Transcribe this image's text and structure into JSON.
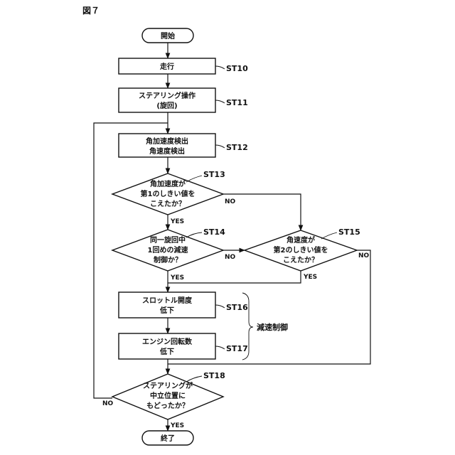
{
  "figure_label": "図７",
  "nodes": {
    "start": "開始",
    "st10": [
      "走行"
    ],
    "st11": [
      "ステアリング操作",
      "(旋回)"
    ],
    "st12": [
      "角加速度検出",
      "角速度検出"
    ],
    "st13": [
      "角加速度が",
      "第1のしきい値を",
      "こえたか？"
    ],
    "st14": [
      "同一旋回中",
      "1回めの減速",
      "制御か？"
    ],
    "st15": [
      "角速度が",
      "第2のしきい値を",
      "こえたか？"
    ],
    "st16": [
      "スロットル開度",
      "低下"
    ],
    "st17": [
      "エンジン回転数",
      "低下"
    ],
    "st18": [
      "ステアリングが",
      "中立位置に",
      "もどったか？"
    ],
    "end": "終了"
  },
  "step_labels": {
    "st10": "ST10",
    "st11": "ST11",
    "st12": "ST12",
    "st13": "ST13",
    "st14": "ST14",
    "st15": "ST15",
    "st16": "ST16",
    "st17": "ST17",
    "st18": "ST18"
  },
  "branch_labels": {
    "yes": "YES",
    "no": "NO"
  },
  "group_label": "減速制御"
}
